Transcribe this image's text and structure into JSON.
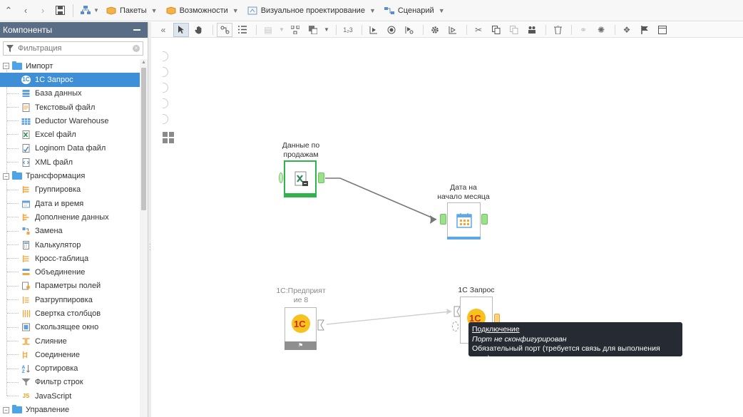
{
  "menubar": {
    "menus": [
      {
        "label": "Пакеты",
        "icon": "package-icon"
      },
      {
        "label": "Возможности",
        "icon": "features-icon"
      },
      {
        "label": "Визуальное проектирование",
        "icon": "design-icon"
      },
      {
        "label": "Сценарий",
        "icon": "scenario-icon"
      }
    ]
  },
  "components_panel": {
    "title": "Компоненты",
    "filter_placeholder": "Фильтрация",
    "groups": [
      {
        "label": "Импорт",
        "items": [
          "1С Запрос",
          "База данных",
          "Текстовый файл",
          "Deductor Warehouse",
          "Excel файл",
          "Loginom Data файл",
          "XML файл"
        ]
      },
      {
        "label": "Трансформация",
        "items": [
          "Группировка",
          "Дата и время",
          "Дополнение данных",
          "Замена",
          "Калькулятор",
          "Кросс-таблица",
          "Объединение",
          "Параметры полей",
          "Разгруппировка",
          "Свертка столбцов",
          "Скользящее окно",
          "Слияние",
          "Соединение",
          "Сортировка",
          "Фильтр строк",
          "JavaScript"
        ]
      },
      {
        "label": "Управление",
        "items": []
      }
    ],
    "selected_item": "1С Запрос"
  },
  "canvas": {
    "nodes": [
      {
        "id": "sales",
        "label_line1": "Данные по",
        "label_line2": "продажам"
      },
      {
        "id": "month",
        "label_line1": "Дата на",
        "label_line2": "начало месяца"
      },
      {
        "id": "enterprise",
        "label_line1": "1С:Предприят",
        "label_line2": "ие 8"
      },
      {
        "id": "query",
        "label_line1": "1С Запрос",
        "label_line2": ""
      }
    ]
  },
  "tooltip": {
    "title": "Подключение",
    "status": "Порт не сконфигурирован",
    "note": "Обязательный порт (требуется связь для выполнения узла)"
  },
  "colors": {
    "panel_header": "#5a6d86",
    "selection": "#3e8fd6",
    "node_green": "#2fb34a",
    "node_blue": "#5fa8e8",
    "node_gray": "#8f8f8f",
    "onec_yellow": "#f6c21b",
    "onec_red": "#d8262b"
  }
}
